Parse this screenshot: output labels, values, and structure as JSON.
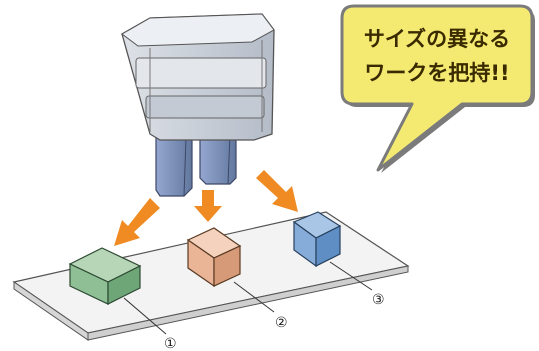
{
  "callout": {
    "line1": "サイズの異なる",
    "line2": "ワークを把持!!"
  },
  "workpieces": [
    {
      "label": "①",
      "color_top": "#b7d6b7",
      "color_front": "#8fbf95",
      "color_side": "#6ea678"
    },
    {
      "label": "②",
      "color_top": "#f4d2bd",
      "color_front": "#e9b596",
      "color_side": "#d69a78"
    },
    {
      "label": "③",
      "color_top": "#a9c6e6",
      "color_front": "#86acd9",
      "color_side": "#5f8ec4"
    }
  ],
  "colors": {
    "arrow": "#f08a23",
    "bubble_fill": "#f4ea72",
    "gripper_body": "#cfd4dc",
    "finger": "#7f93bf",
    "plate": "#f0f0f0"
  }
}
